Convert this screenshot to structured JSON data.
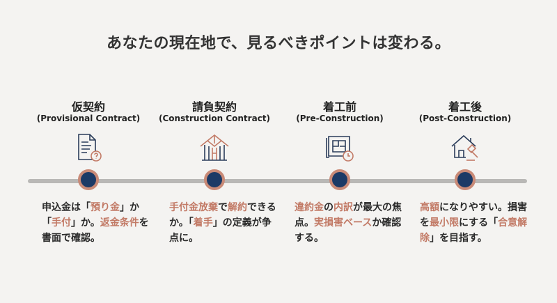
{
  "title": "あなたの現在地で、見るべきポイントは変わる。",
  "colors": {
    "accent": "#c27a66",
    "dot": "#1c3a66",
    "line": "#b9b8b6"
  },
  "stages": [
    {
      "name": "仮契約",
      "sub": "(Provisional Contract)",
      "icon": "document-question-icon",
      "desc": [
        {
          "t": "申込金は「"
        },
        {
          "t": "預り金",
          "hl": true
        },
        {
          "t": "」か「"
        },
        {
          "t": "手付",
          "hl": true
        },
        {
          "t": "」か。"
        },
        {
          "t": "返金条件",
          "hl": true
        },
        {
          "t": "を書面で確認。"
        }
      ]
    },
    {
      "name": "請負契約",
      "sub": "(Construction Contract)",
      "icon": "house-frame-icon",
      "desc": [
        {
          "t": "手付金放棄",
          "hl": true
        },
        {
          "t": "で"
        },
        {
          "t": "解約",
          "hl": true
        },
        {
          "t": "できるか。「"
        },
        {
          "t": "着手",
          "hl": true
        },
        {
          "t": "」の定義が争点に。"
        }
      ]
    },
    {
      "name": "着工前",
      "sub": "(Pre-Construction)",
      "icon": "blueprint-clock-icon",
      "desc": [
        {
          "t": "違約金",
          "hl": true
        },
        {
          "t": "の"
        },
        {
          "t": "内訳",
          "hl": true
        },
        {
          "t": "が最大の焦点。"
        },
        {
          "t": "実損害ベース",
          "hl": true
        },
        {
          "t": "か確認する。"
        }
      ]
    },
    {
      "name": "着工後",
      "sub": "(Post-Construction)",
      "icon": "house-gavel-icon",
      "desc": [
        {
          "t": "高額",
          "hl": true
        },
        {
          "t": "になりやすい。損害を"
        },
        {
          "t": "最小限",
          "hl": true
        },
        {
          "t": "にする「"
        },
        {
          "t": "合意解除",
          "hl": true
        },
        {
          "t": "」を目指す。"
        }
      ]
    }
  ]
}
